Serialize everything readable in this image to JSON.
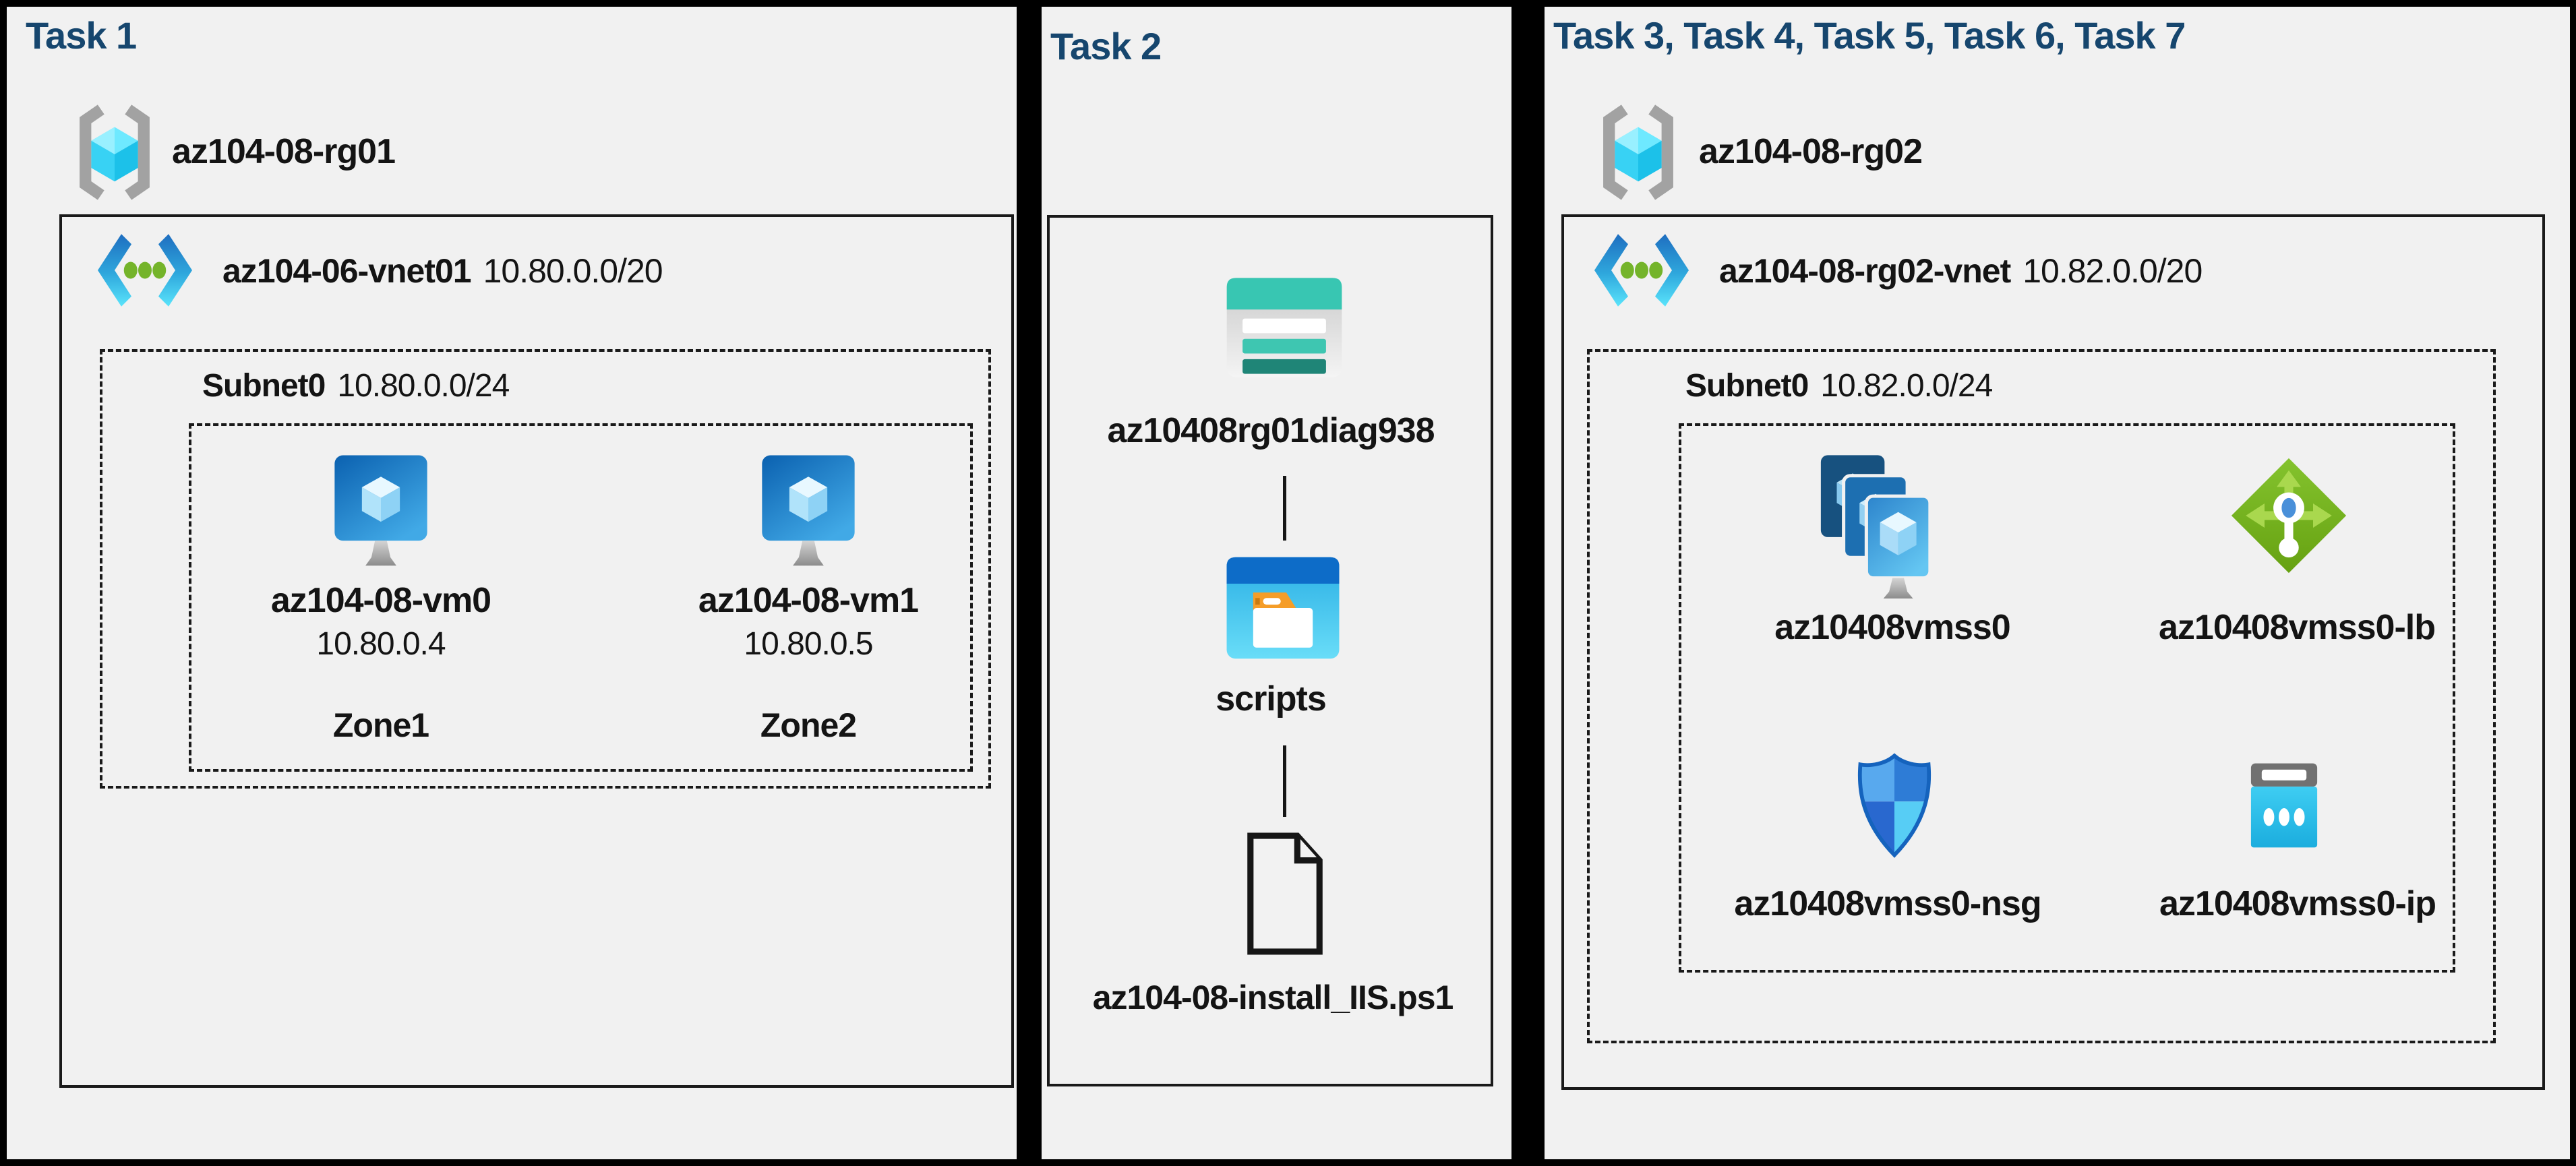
{
  "colors": {
    "background": "#000000",
    "panel_background": "#f1f1f1",
    "title_blue": "#16466e",
    "text_black": "#141414",
    "vnet_blue": "#1e6ec0",
    "vnet_cyan": "#5ae4fb",
    "green_dot": "#74b42a",
    "lb_green": "#76b41f",
    "storage_teal": "#38c6b2",
    "blob_cyan": "#3cc0ec",
    "folder_tab_orange": "#f59d28",
    "ip_cyan": "#2fc3ee",
    "bracket_gray": "#a2a2a2"
  },
  "icons": {
    "resource_group": "resource-group-icon",
    "virtual_network": "virtual-network-icon",
    "virtual_machine": "virtual-machine-icon",
    "storage_account": "storage-account-icon",
    "blob_container": "blob-container-icon",
    "file": "file-icon",
    "vmss": "vm-scale-set-icon",
    "load_balancer": "load-balancer-icon",
    "nsg": "network-security-group-icon",
    "public_ip": "public-ip-icon"
  },
  "panels": {
    "task1": {
      "title": "Task 1",
      "resource_group": "az104-08-rg01",
      "vnet_name": "az104-06-vnet01",
      "vnet_cidr": "10.80.0.0/20",
      "subnet_name": "Subnet0",
      "subnet_cidr": "10.80.0.0/24",
      "vms": [
        {
          "name": "az104-08-vm0",
          "ip": "10.80.0.4",
          "zone": "Zone1"
        },
        {
          "name": "az104-08-vm1",
          "ip": "10.80.0.5",
          "zone": "Zone2"
        }
      ]
    },
    "task2": {
      "title": "Task 2",
      "storage_account": "az10408rg01diag938",
      "container": "scripts",
      "file": "az104-08-install_IIS.ps1"
    },
    "task3": {
      "title": "Task 3, Task 4, Task 5, Task 6, Task 7",
      "resource_group": "az104-08-rg02",
      "vnet_name": "az104-08-rg02-vnet",
      "vnet_cidr": "10.82.0.0/20",
      "subnet_name": "Subnet0",
      "subnet_cidr": "10.82.0.0/24",
      "resources": [
        {
          "name": "az10408vmss0",
          "type": "virtual-machine-scale-set"
        },
        {
          "name": "az10408vmss0-lb",
          "type": "load-balancer"
        },
        {
          "name": "az10408vmss0-nsg",
          "type": "network-security-group"
        },
        {
          "name": "az10408vmss0-ip",
          "type": "public-ip-address"
        }
      ]
    }
  }
}
